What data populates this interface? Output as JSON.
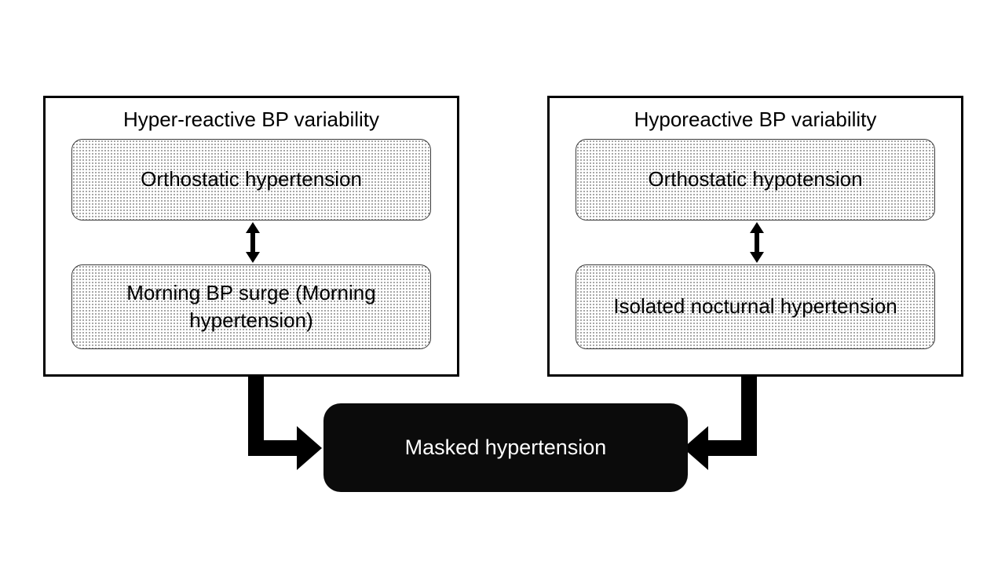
{
  "left_panel": {
    "title": "Hyper-reactive BP variability",
    "top": "Orthostatic hypertension",
    "bottom": "Morning BP surge (Morning hypertension)"
  },
  "right_panel": {
    "title": "Hyporeactive BP variability",
    "top": "Orthostatic hypotension",
    "bottom": "Isolated nocturnal hypertension"
  },
  "center_box": {
    "label": "Masked hypertension"
  },
  "icons": {
    "double_arrow": "up-down-arrow-icon",
    "left_elbow": "elbow-arrow-right-icon",
    "right_elbow": "elbow-arrow-left-icon"
  },
  "colors": {
    "outline": "#000000",
    "node_border": "#3a3a3a",
    "stipple_dot": "#8a8a8a",
    "center_fill": "#0b0b0b",
    "center_text": "#ffffff"
  }
}
